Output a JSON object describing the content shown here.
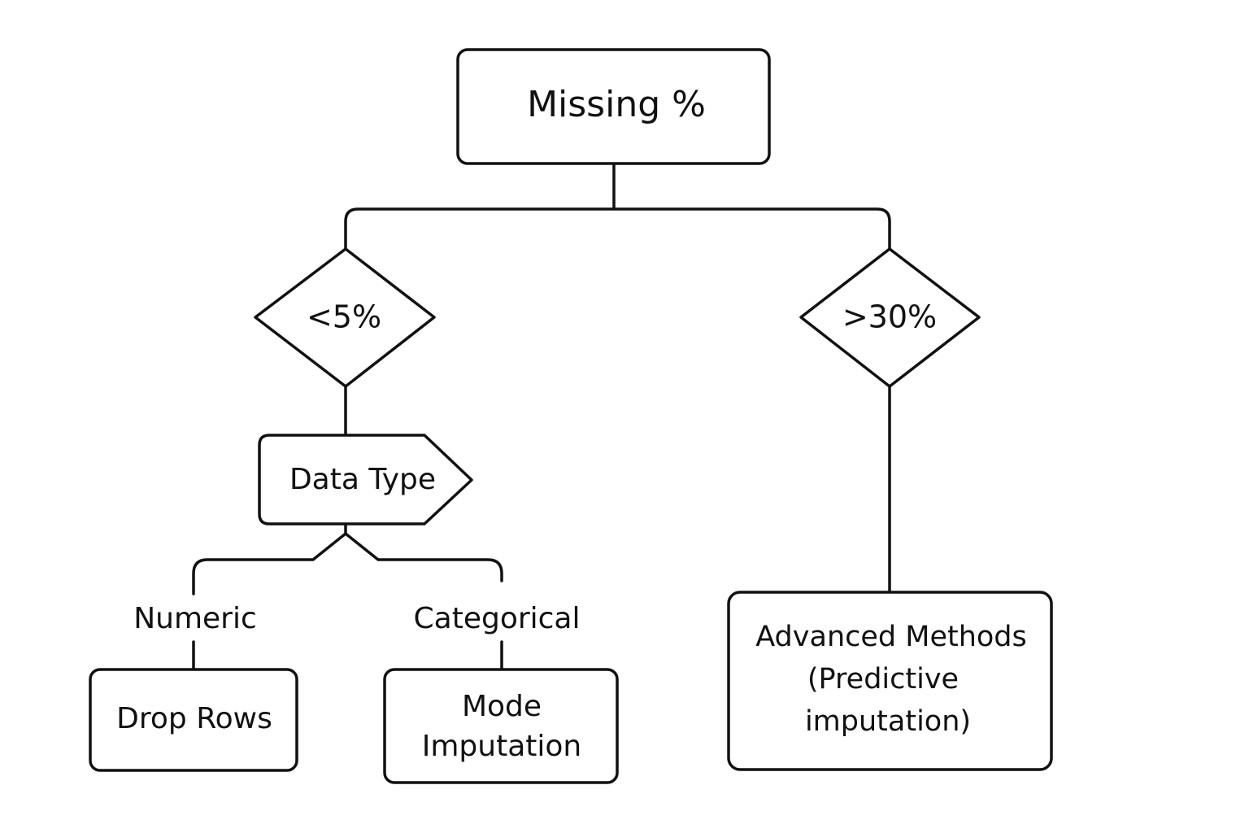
{
  "diagram": {
    "root": {
      "label": "Missing %"
    },
    "decision_low": {
      "label": "<5%"
    },
    "decision_high": {
      "label": ">30%"
    },
    "data_type": {
      "label": "Data Type"
    },
    "branch_numeric": {
      "label": "Numeric"
    },
    "branch_categorical": {
      "label": "Categorical"
    },
    "drop_rows": {
      "label": "Drop Rows"
    },
    "mode_imputation": {
      "line1": "Mode",
      "line2": "Imputation"
    },
    "advanced_methods": {
      "line1": "Advanced Methods",
      "line2": "(Predictive",
      "line3": "imputation)"
    }
  },
  "colors": {
    "stroke": "#111111",
    "fill": "#ffffff",
    "text": "#111111"
  }
}
